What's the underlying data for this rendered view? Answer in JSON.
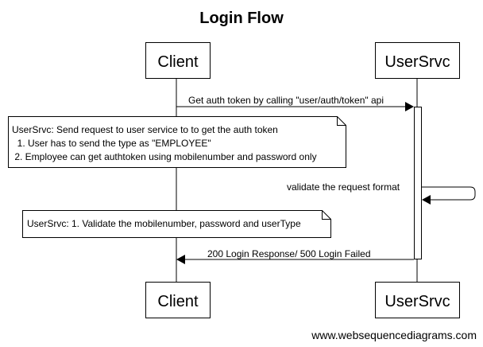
{
  "title": "Login Flow",
  "participants": [
    {
      "id": "client",
      "label": "Client"
    },
    {
      "id": "usersrvc",
      "label": "UserSrvc"
    }
  ],
  "messages": [
    {
      "from": "client",
      "to": "usersrvc",
      "text": "Get auth token by calling \"user/auth/token\" api"
    },
    {
      "from": "usersrvc",
      "to": "usersrvc",
      "text": "validate the request format"
    },
    {
      "from": "usersrvc",
      "to": "client",
      "text": "200 Login Response/ 500 Login Failed"
    }
  ],
  "notes": [
    {
      "lines": [
        "UserSrvc: Send request to user service to to get the auth token",
        "  1. User has to send the type as \"EMPLOYEE\"",
        " 2. Employee can get authtoken using mobilenumber and password only"
      ]
    },
    {
      "lines": [
        "UserSrvc: 1. Validate the mobilenumber, password and userType"
      ]
    }
  ],
  "watermark": "www.websequencediagrams.com"
}
